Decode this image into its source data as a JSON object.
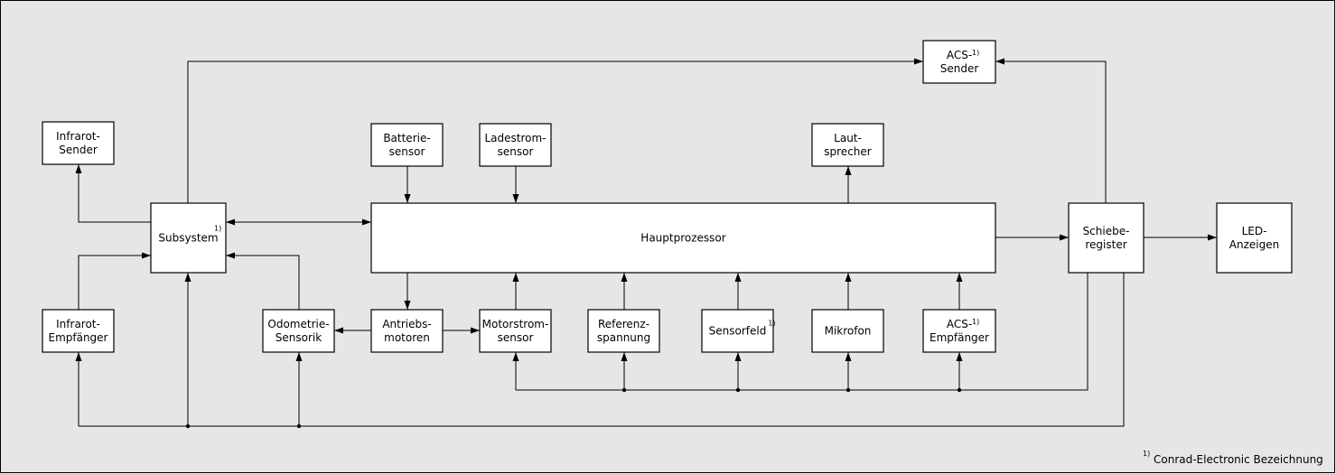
{
  "blocks": [
    {
      "id": "acs-sender",
      "lines": [
        "ACS-",
        "Sender"
      ],
      "mark": "1)"
    },
    {
      "id": "infrarot-sender",
      "lines": [
        "Infrarot-",
        "Sender"
      ],
      "mark": ""
    },
    {
      "id": "batteriesensor",
      "lines": [
        "Batterie-",
        "sensor"
      ],
      "mark": ""
    },
    {
      "id": "ladestromsensor",
      "lines": [
        "Ladestrom-",
        "sensor"
      ],
      "mark": ""
    },
    {
      "id": "lautsprecher",
      "lines": [
        "Laut-",
        "sprecher"
      ],
      "mark": ""
    },
    {
      "id": "subsystem",
      "lines": [
        "Subsystem"
      ],
      "mark": "1)"
    },
    {
      "id": "hauptprozessor",
      "lines": [
        "Hauptprozessor"
      ],
      "mark": ""
    },
    {
      "id": "schieberegister",
      "lines": [
        "Schiebe-",
        "register"
      ],
      "mark": ""
    },
    {
      "id": "led-anzeigen",
      "lines": [
        "LED-",
        "Anzeigen"
      ],
      "mark": ""
    },
    {
      "id": "infrarot-empfaenger",
      "lines": [
        "Infrarot-",
        "Empfänger"
      ],
      "mark": ""
    },
    {
      "id": "odometrie-sensorik",
      "lines": [
        "Odometrie-",
        "Sensorik"
      ],
      "mark": ""
    },
    {
      "id": "antriebsmotoren",
      "lines": [
        "Antriebs-",
        "motoren"
      ],
      "mark": ""
    },
    {
      "id": "motorstromsensor",
      "lines": [
        "Motorstrom-",
        "sensor"
      ],
      "mark": ""
    },
    {
      "id": "referenzspannung",
      "lines": [
        "Referenz-",
        "spannung"
      ],
      "mark": ""
    },
    {
      "id": "sensorfeld",
      "lines": [
        "Sensorfeld"
      ],
      "mark": "1)"
    },
    {
      "id": "mikrofon",
      "lines": [
        "Mikrofon"
      ],
      "mark": ""
    },
    {
      "id": "acs-empfaenger",
      "lines": [
        "ACS-",
        "Empfänger"
      ],
      "mark": "1)"
    }
  ],
  "footnote": {
    "mark": "1)",
    "text": "Conrad-Electronic Bezeichnung"
  }
}
